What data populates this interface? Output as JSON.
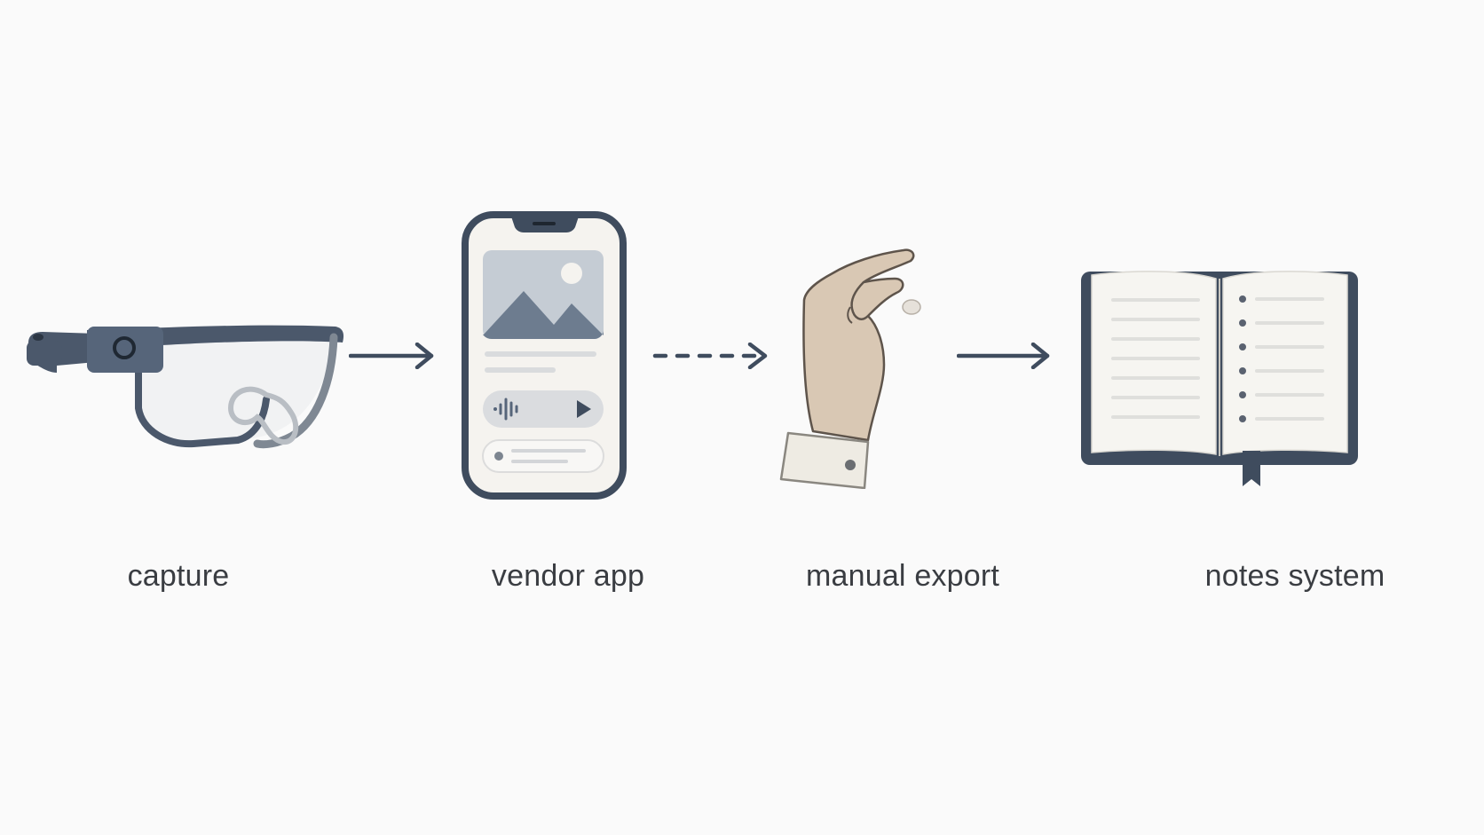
{
  "colors": {
    "background": "#fafafa",
    "ink": "#3f4c5e",
    "label": "#3a3d42",
    "skin": "#d9c8b4"
  },
  "flow": {
    "steps": [
      {
        "label": "capture",
        "icon": "smart-glasses-icon"
      },
      {
        "label": "vendor app",
        "icon": "smartphone-app-icon"
      },
      {
        "label": "manual export",
        "icon": "hand-pinch-icon"
      },
      {
        "label": "notes system",
        "icon": "open-notebook-icon"
      }
    ],
    "connectors": [
      {
        "style": "solid"
      },
      {
        "style": "dashed"
      },
      {
        "style": "solid"
      }
    ]
  }
}
